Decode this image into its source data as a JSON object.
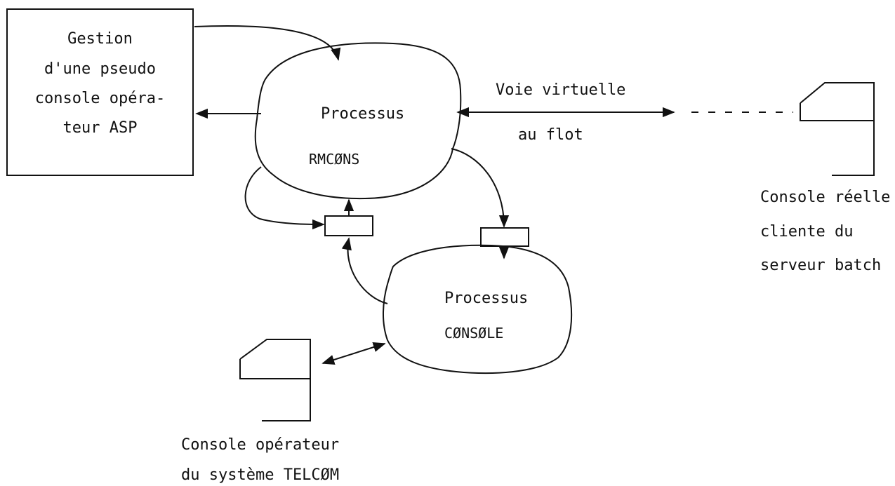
{
  "asp_box": {
    "lines": [
      "Gestion",
      "d'une pseudo",
      "console opéra-",
      "teur ASP"
    ]
  },
  "rmcons": {
    "line1": "Processus",
    "line2": "RMCØNS"
  },
  "console_proc": {
    "line1": "Processus",
    "line2": "CØNSØLE"
  },
  "virtual_channel": {
    "line1": "Voie virtuelle",
    "line2": "au flot"
  },
  "real_console": {
    "lines": [
      "Console réelle",
      "cliente du",
      "serveur batch"
    ]
  },
  "operator_console": {
    "lines": [
      "Console opérateur",
      "du système TELCØM"
    ]
  }
}
